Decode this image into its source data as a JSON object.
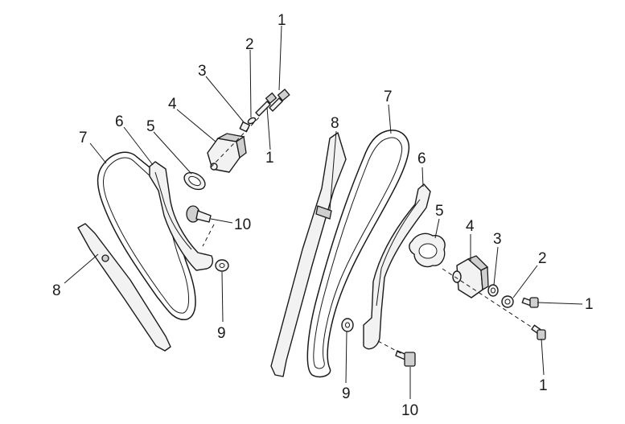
{
  "diagram": {
    "callouts": {
      "left_1_top": "1",
      "left_2": "2",
      "left_3": "3",
      "left_4": "4",
      "left_5": "5",
      "left_6": "6",
      "left_7": "7",
      "left_1_bottom": "1",
      "left_10": "10",
      "left_8": "8",
      "left_9": "9",
      "right_7": "7",
      "right_8": "8",
      "right_6": "6",
      "right_5": "5",
      "right_4": "4",
      "right_3": "3",
      "right_2": "2",
      "right_1_top": "1",
      "right_1_bottom": "1",
      "right_9": "9",
      "right_10": "10"
    }
  }
}
